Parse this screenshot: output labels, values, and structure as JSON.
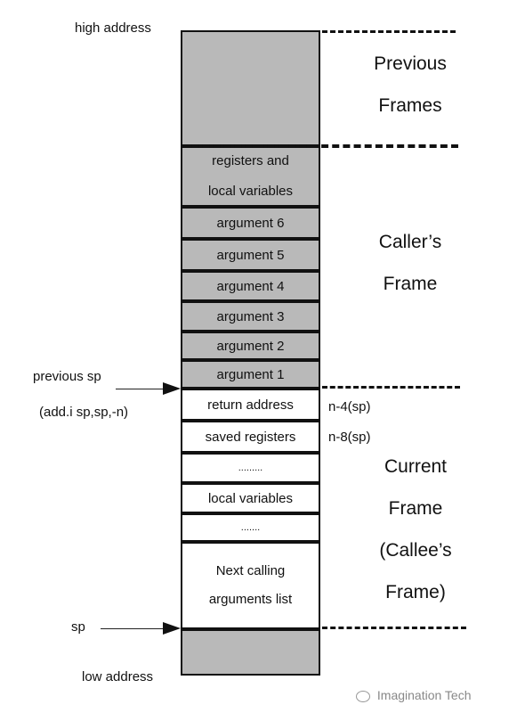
{
  "labels": {
    "high_address": "high address",
    "low_address": "low address",
    "previous_sp": "previous sp",
    "add_instr": "(add.i sp,sp,-n)",
    "sp": "sp",
    "ra_offset": "n-4(sp)",
    "saved_offset": "n-8(sp)"
  },
  "regions": {
    "previous": [
      "Previous",
      "Frames"
    ],
    "caller": [
      "Caller’s",
      "Frame"
    ],
    "current": [
      "Current",
      "Frame",
      "(Callee’s",
      "Frame)"
    ]
  },
  "caller_cells": {
    "regs_line1": "registers and",
    "regs_line2": "local variables",
    "arg6": "argument 6",
    "arg5": "argument 5",
    "arg4": "argument 4",
    "arg3": "argument 3",
    "arg2": "argument 2",
    "arg1": "argument 1"
  },
  "current_cells": {
    "return_address": "return address",
    "saved_registers": "saved registers",
    "dots1": ".........",
    "local_variables": "local variables",
    "dots2": ".......",
    "next_line1": "Next calling",
    "next_line2": "arguments list"
  },
  "watermark": "Imagination Tech",
  "colors": {
    "grey_fill": "#b9b9b9",
    "line": "#111111"
  }
}
